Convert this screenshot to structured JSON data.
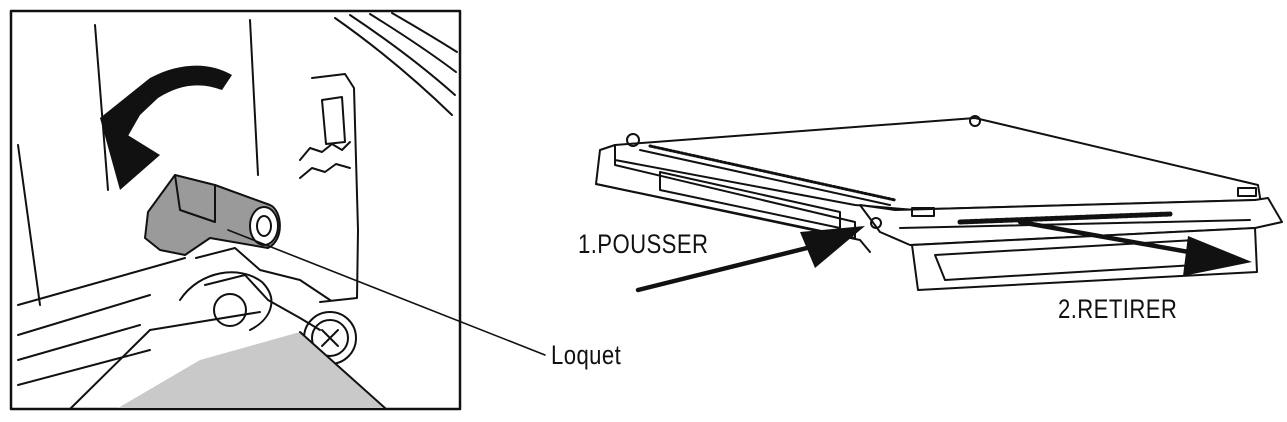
{
  "labels": {
    "loquet": "Loquet",
    "pousser": "1.POUSSER",
    "retirer": "2.RETIRER"
  },
  "colors": {
    "ink": "#111111",
    "latch_fill": "#9a9a9a",
    "floor_fill": "#c9c9c9",
    "panel_fill": "#ffffff"
  },
  "icons": {
    "rotate_arrow": "curved-arrow-down-icon",
    "push_arrow": "arrow-right-icon",
    "pull_arrow": "arrow-right-icon"
  }
}
